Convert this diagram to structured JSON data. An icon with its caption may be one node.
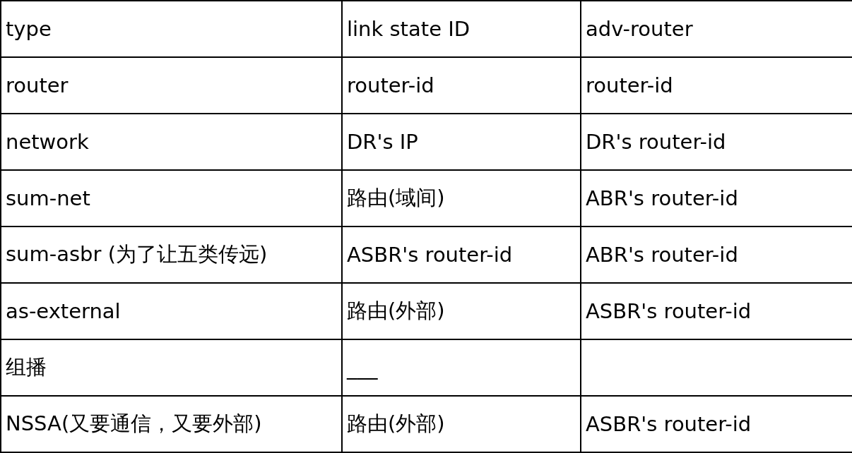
{
  "diagram": {
    "labels": [
      "type",
      "link state ID",
      "adv-router",
      "router",
      "router-id",
      "router-id",
      "network",
      "DR's IP",
      "DR's router-id",
      "sum-net",
      "路由(域间)",
      "ABR's router-id",
      "sum-asbr (为了让五类传远)",
      "ASBR's router-id",
      "ABR's router-id",
      "as-external",
      "路由(外部)",
      "ASBR's router-id",
      "组播",
      "___",
      "NSSA(又要通信，又要外部)",
      "路由(外部)",
      "ASBR's router-id"
    ]
  }
}
